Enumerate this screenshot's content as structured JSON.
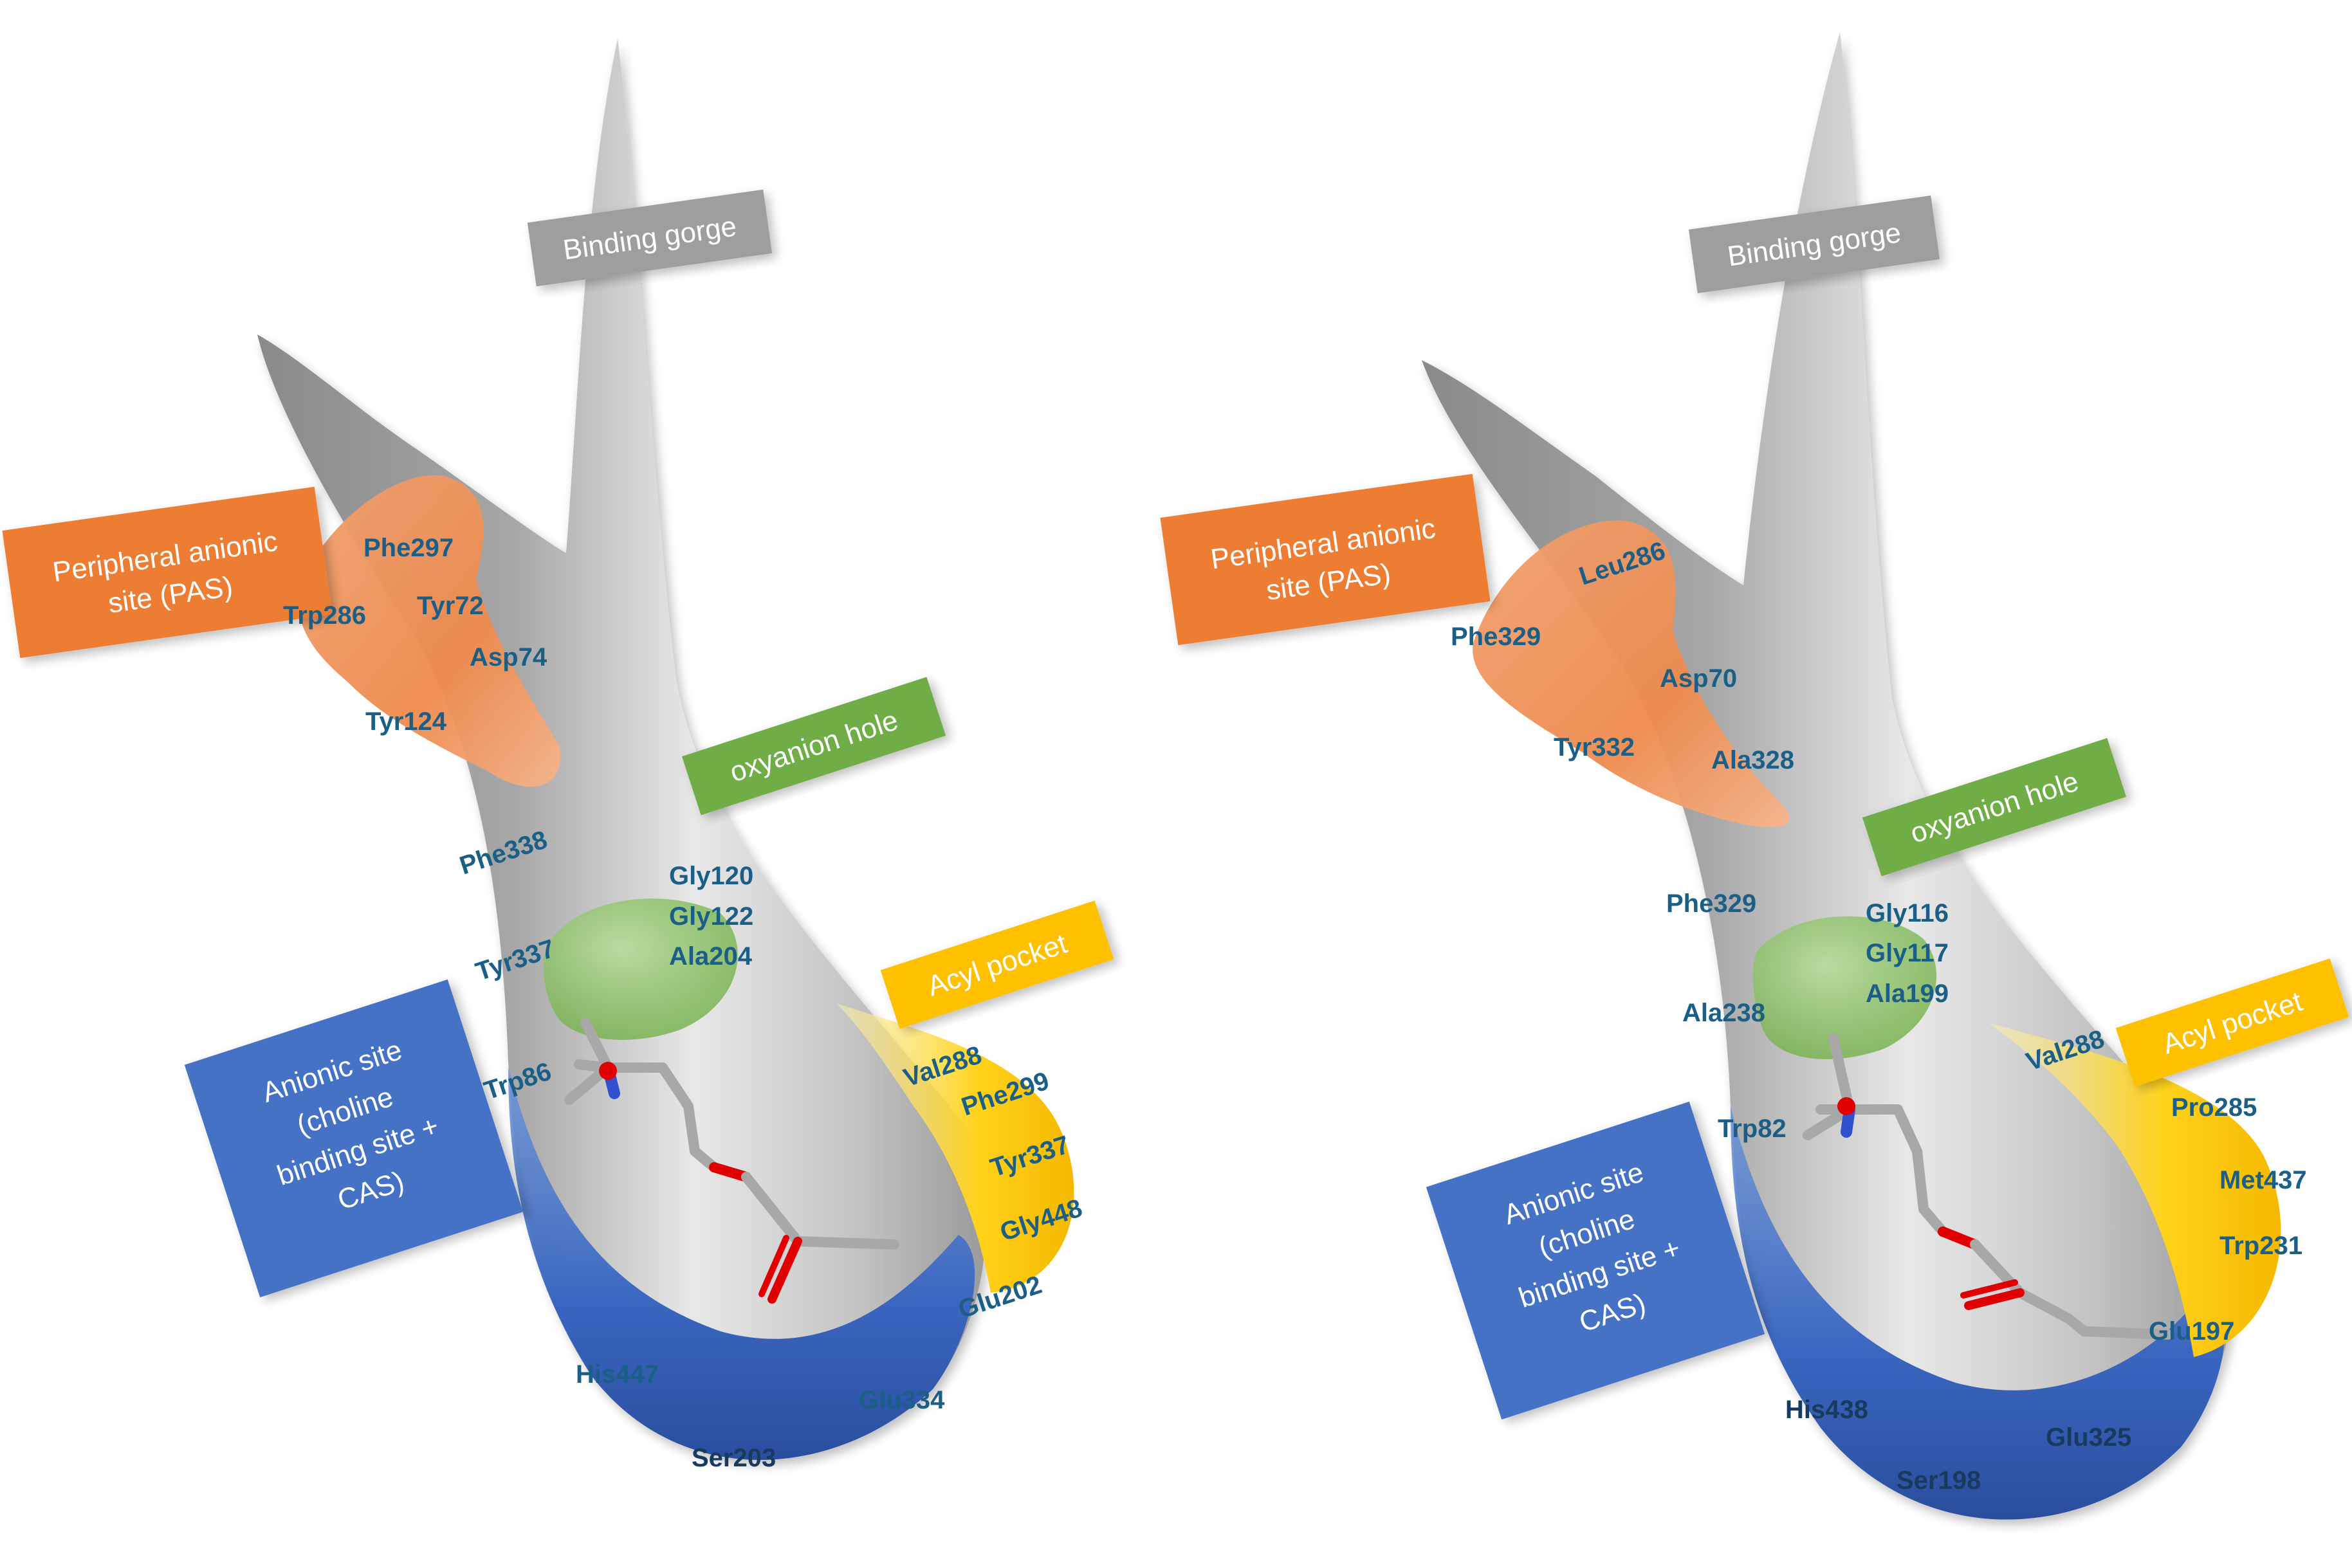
{
  "colors": {
    "gorge": "#b8b8b8",
    "pas": "#ed7d31",
    "oxyanion": "#70ad47",
    "acyl": "#ffc000",
    "anionic": "#4472c4",
    "residue_text": "#1b5f86",
    "ligand": "#a8a8a8",
    "nitrogen": "#3050d0",
    "oxygen": "#e00000"
  },
  "panels": [
    {
      "labels": {
        "binding_gorge": "Binding gorge",
        "pas": [
          "Peripheral anionic",
          "site (PAS)"
        ],
        "oxyanion": "oxyanion hole",
        "acyl": "Acyl pocket",
        "anionic": [
          "Anionic site",
          "(choline",
          "binding site +",
          "CAS)"
        ]
      },
      "residues": {
        "pas": [
          "Phe297",
          "Trp286",
          "Tyr72",
          "Asp74",
          "Tyr124"
        ],
        "gorge": [
          "Phe338",
          "Tyr337",
          "Trp86"
        ],
        "oxyanion": [
          "Gly120",
          "Gly122",
          "Ala204"
        ],
        "acyl": [
          "Val288",
          "Phe299",
          "Tyr337",
          "Gly448",
          "Glu202"
        ],
        "anionic": [
          "His447",
          "Glu334",
          "Ser203"
        ]
      }
    },
    {
      "labels": {
        "binding_gorge": "Binding gorge",
        "pas": [
          "Peripheral anionic",
          "site (PAS)"
        ],
        "oxyanion": "oxyanion hole",
        "acyl": "Acyl pocket",
        "anionic": [
          "Anionic site",
          "(choline",
          "binding site +",
          "CAS)"
        ]
      },
      "residues": {
        "pas": [
          "Leu286",
          "Phe329",
          "Asp70",
          "Tyr332",
          "Ala328"
        ],
        "gorge": [
          "Phe329",
          "Ala238",
          "Trp82"
        ],
        "oxyanion": [
          "Gly116",
          "Gly117",
          "Ala199"
        ],
        "acyl": [
          "Val288",
          "Pro285",
          "Met437",
          "Trp231",
          "Glu197"
        ],
        "anionic": [
          "His438",
          "Glu325",
          "Ser198"
        ]
      }
    }
  ]
}
